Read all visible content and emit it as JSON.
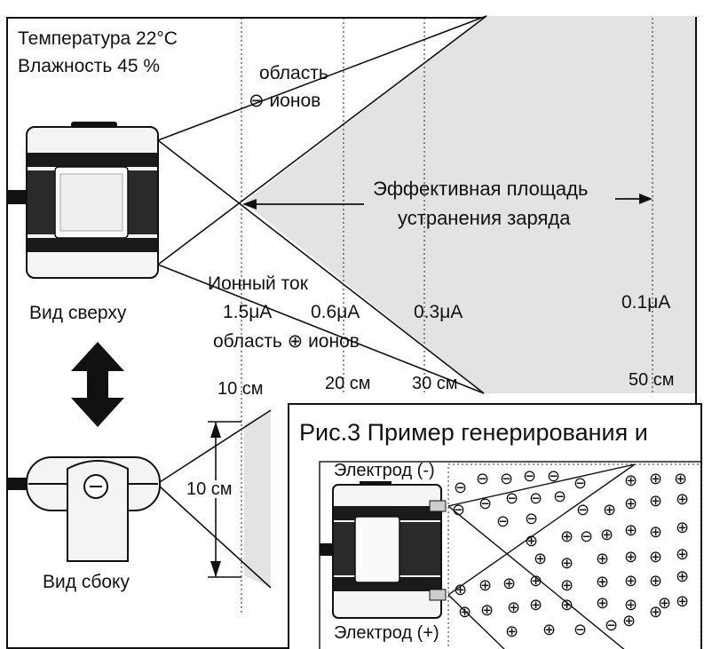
{
  "conditions": {
    "temperature": "Температура 22°C",
    "humidity": "Влажность 45 %"
  },
  "top_view": {
    "neg_region_line1": "область",
    "neg_region_line2": "ионов",
    "effective_line1": "Эффективная площадь",
    "effective_line2": "устранения заряда",
    "ion_current_label": "Ионный ток",
    "currents": [
      "1.5μA",
      "0.6μA",
      "0.3μA",
      "0.1μA"
    ],
    "pos_region_a": "область",
    "pos_region_b": "ионов",
    "distances": [
      "10 см",
      "20 см",
      "30 см",
      "50 см"
    ],
    "caption": "Вид сверху"
  },
  "side_view": {
    "height_label": "10 см",
    "caption": "Вид сбоку"
  },
  "figure3": {
    "title": "Рис.3 Пример генерирования и",
    "electrode_neg": "Электрод (-)",
    "electrode_pos": "Электрод (+)"
  },
  "symbols": {
    "negative_ion": "⊖",
    "positive_ion": "⊕"
  },
  "colors": {
    "area_fill": "#e3e3e3",
    "device_body": "#f4f4f4",
    "device_band": "#1a1a1a"
  }
}
